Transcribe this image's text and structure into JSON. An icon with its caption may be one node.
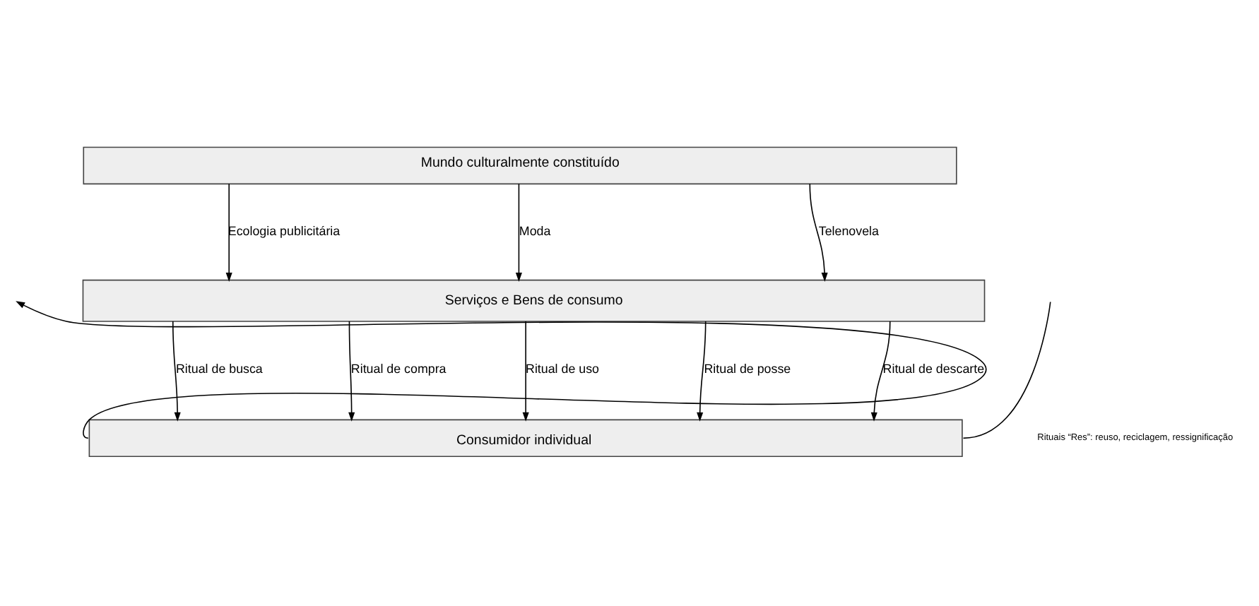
{
  "diagram": {
    "nodes": [
      {
        "text": [
          "Mundo culturalmente constituído"
        ]
      },
      {
        "text": [
          "Serviços e Bens de consumo"
        ]
      },
      {
        "text": [
          "Consumidor individual"
        ]
      }
    ],
    "edges": [
      {
        "from": 0,
        "to": 1,
        "arrow": "to",
        "label": "Ecologia publicitária"
      },
      {
        "from": 0,
        "to": 1,
        "arrow": "to",
        "label": "Moda"
      },
      {
        "from": 0,
        "to": 1,
        "arrow": "to",
        "label": "Telenovela"
      },
      {
        "from": 1,
        "to": 2,
        "arrow": "to",
        "label": "Ritual de busca"
      },
      {
        "from": 1,
        "to": 2,
        "arrow": "to",
        "label": "Ritual de compra"
      },
      {
        "from": 1,
        "to": 2,
        "arrow": "to",
        "label": "Ritual de uso"
      },
      {
        "from": 1,
        "to": 2,
        "arrow": "to",
        "label": "Ritual de posse"
      },
      {
        "from": 1,
        "to": 2,
        "arrow": "to",
        "label": "Ritual de descarte"
      },
      {
        "from": 2,
        "to": null,
        "arrow": "to"
      },
      {
        "from": 2,
        "to": null,
        "arrow": "none"
      }
    ],
    "labels": [
      "Rituais “Res”: reuso, reciclagem, ressignificação"
    ]
  }
}
